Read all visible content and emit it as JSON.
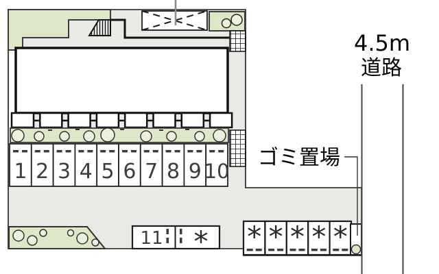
{
  "labels": {
    "road_width": "4.5m",
    "road_name": "道路",
    "garbage": "ゴミ置場"
  },
  "parking": {
    "top_row": [
      "1",
      "2",
      "3",
      "4",
      "5",
      "6",
      "7",
      "8",
      "9",
      "10"
    ],
    "bottom_row": [
      "11",
      "*"
    ],
    "right_row": [
      "*",
      "*",
      "*",
      "*",
      "*"
    ]
  },
  "colors": {
    "ground": "#e9e9e6",
    "landscape": "#dde8c8",
    "bush_fill": "#edf2e0",
    "outline": "#1c1c1c",
    "road_line": "#454545",
    "leader": "#8c8c8c",
    "dash_marker": "#3c3c3c"
  }
}
